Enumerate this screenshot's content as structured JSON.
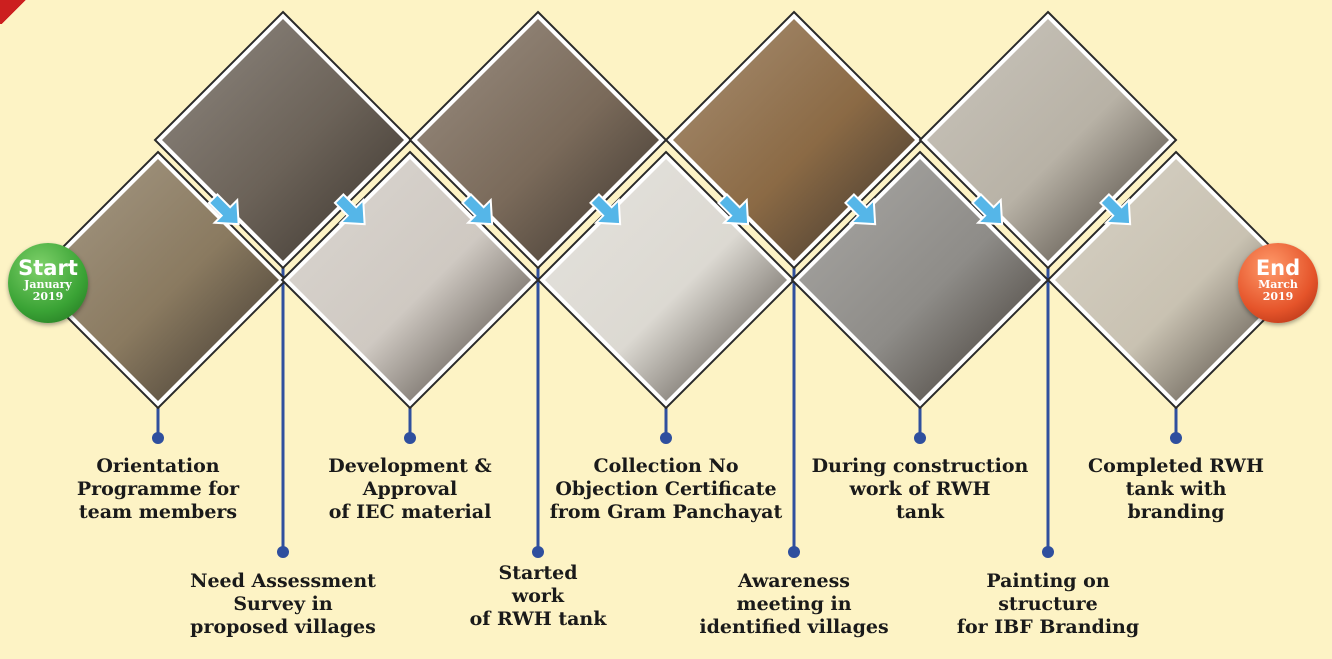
{
  "colors": {
    "background": "#fdf3c5",
    "stem": "#2f4f9e",
    "arrow": "#55b6e8",
    "diamond_border": "#2a2a2a",
    "start_green": "#3aa335",
    "end_red": "#e5542a",
    "accent_red": "#cc1f1f"
  },
  "start_badge": {
    "title": "Start",
    "month": "January",
    "year": "2019"
  },
  "end_badge": {
    "title": "End",
    "month": "March",
    "year": "2019"
  },
  "steps": [
    {
      "lines": [
        "Orientation",
        "Programme for",
        "team members"
      ],
      "photo_icon": "classroom-photo",
      "tint": "#8a7a60"
    },
    {
      "lines": [
        "Need Assessment",
        "Survey in",
        "proposed villages"
      ],
      "photo_icon": "village-meeting-photo",
      "tint": "#6b6258"
    },
    {
      "lines": [
        "Development &",
        "Approval",
        "of IEC material"
      ],
      "photo_icon": "iec-poster-photo",
      "tint": "#cfc9c2"
    },
    {
      "lines": [
        "Started",
        "work",
        "of RWH tank"
      ],
      "photo_icon": "group-meeting-photo",
      "tint": "#7a6a5a"
    },
    {
      "lines": [
        "Collection No",
        "Objection Certificate",
        "from Gram Panchayat"
      ],
      "photo_icon": "certificate-document-photo",
      "tint": "#dcd9d2"
    },
    {
      "lines": [
        "Awareness",
        "meeting in",
        "identified villages"
      ],
      "photo_icon": "digging-work-photo",
      "tint": "#8b6a45"
    },
    {
      "lines": [
        "During construction",
        "work of RWH",
        "tank"
      ],
      "photo_icon": "metal-tank-construction-photo",
      "tint": "#8e8c88"
    },
    {
      "lines": [
        "Painting on",
        "structure",
        "for IBF Branding"
      ],
      "photo_icon": "tank-painting-photo",
      "tint": "#b8b2a6"
    },
    {
      "lines": [
        "Completed RWH",
        "tank with",
        "branding"
      ],
      "photo_icon": "completed-tank-photo",
      "tint": "#c9c2b2"
    }
  ]
}
